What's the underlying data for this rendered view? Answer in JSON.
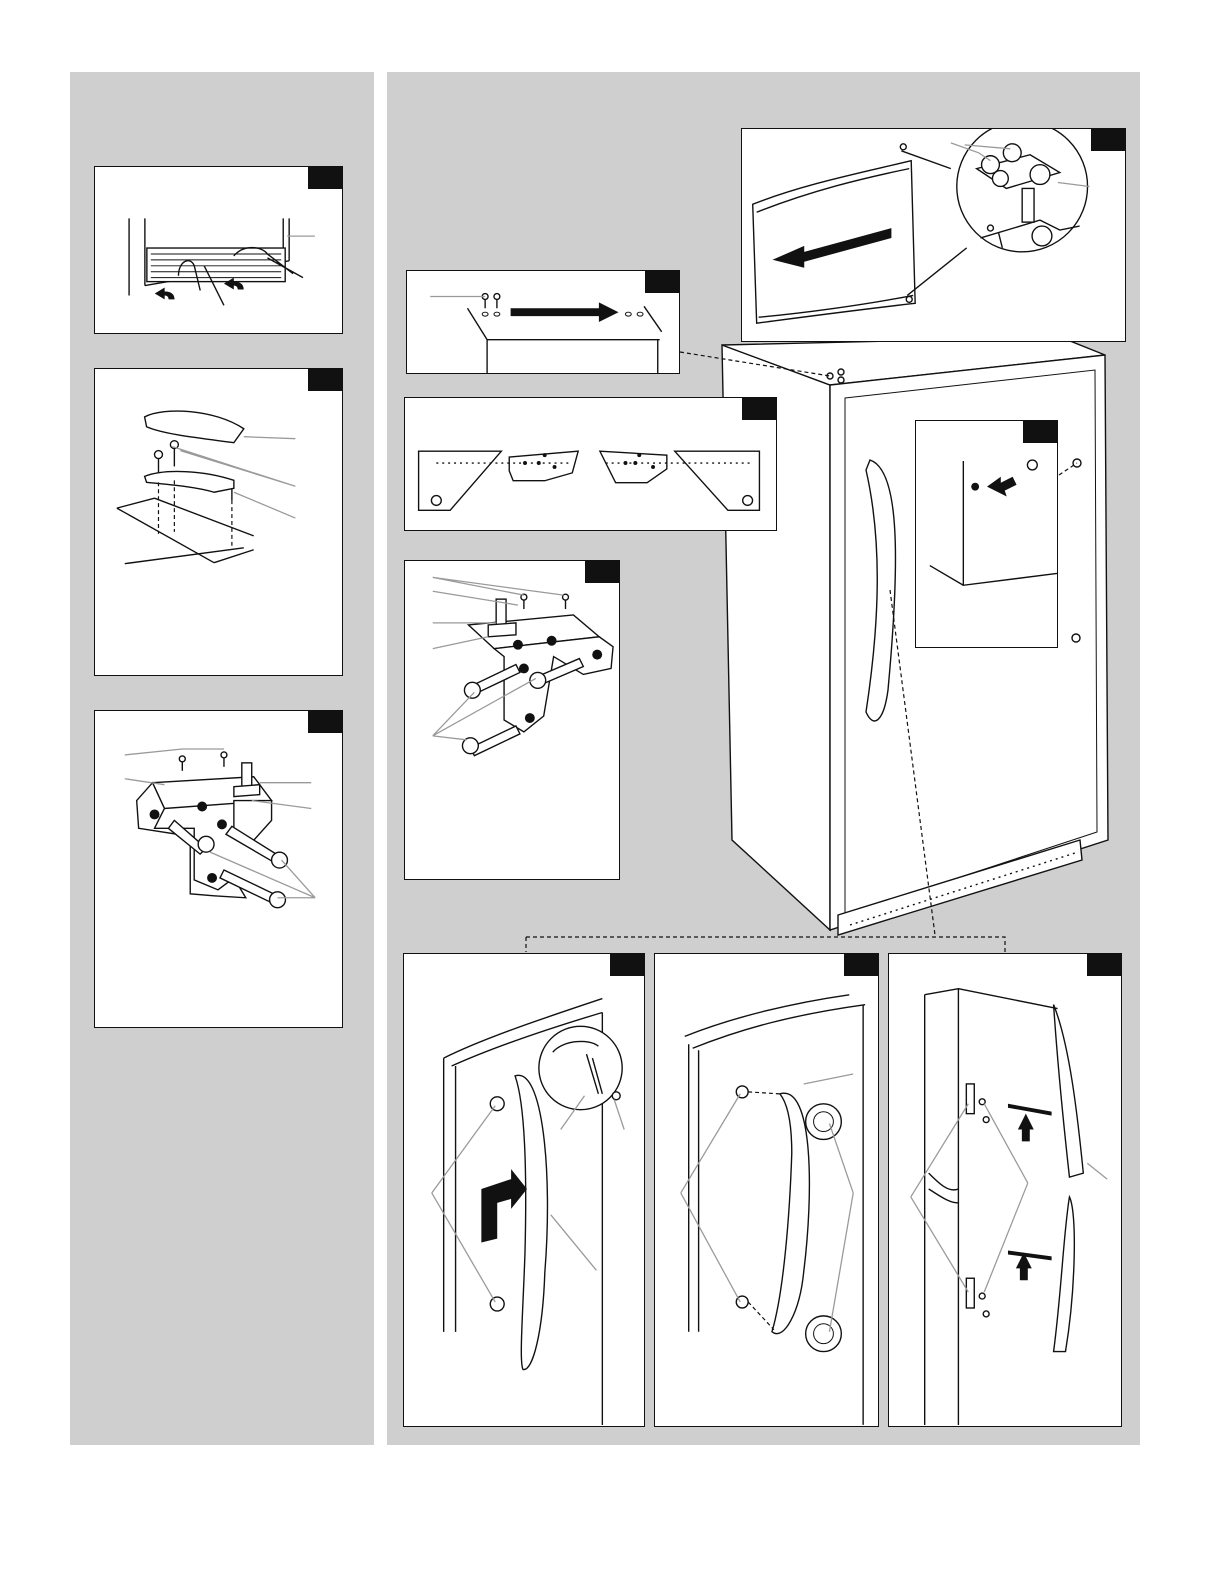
{
  "page": {
    "title": "",
    "colors": {
      "panel_background": "#cfcfcf",
      "figure_background": "#ffffff",
      "line_art": "#111111",
      "callout_lines": "#9a9a9a"
    }
  },
  "figures": [
    {
      "id": "fig-base-grille",
      "label": "",
      "icon": "base-grille-removal-illustration"
    },
    {
      "id": "fig-top-hinge-cover",
      "label": "",
      "icon": "top-hinge-cover-illustration"
    },
    {
      "id": "fig-bottom-hinge-left",
      "label": "",
      "icon": "bottom-hinge-bolts-illustration"
    },
    {
      "id": "fig-move-plugs",
      "label": "",
      "icon": "plug-buttons-arrow-illustration"
    },
    {
      "id": "fig-door-top",
      "label": "",
      "icon": "door-top-hinge-detail-illustration"
    },
    {
      "id": "fig-hinge-covers",
      "label": "",
      "icon": "hinge-cover-pair-illustration"
    },
    {
      "id": "fig-bottom-hinge-right",
      "label": "",
      "icon": "bottom-hinge-bolts-illustration"
    },
    {
      "id": "fig-door-plug",
      "label": "",
      "icon": "door-hole-plug-illustration"
    },
    {
      "id": "fig-handle-a",
      "label": "",
      "icon": "handle-removal-illustration"
    },
    {
      "id": "fig-handle-b",
      "label": "",
      "icon": "handle-mounting-studs-illustration"
    },
    {
      "id": "fig-handle-c",
      "label": "",
      "icon": "handle-brackets-illustration"
    }
  ],
  "main_illustration": {
    "icon": "upright-freezer-illustration"
  }
}
